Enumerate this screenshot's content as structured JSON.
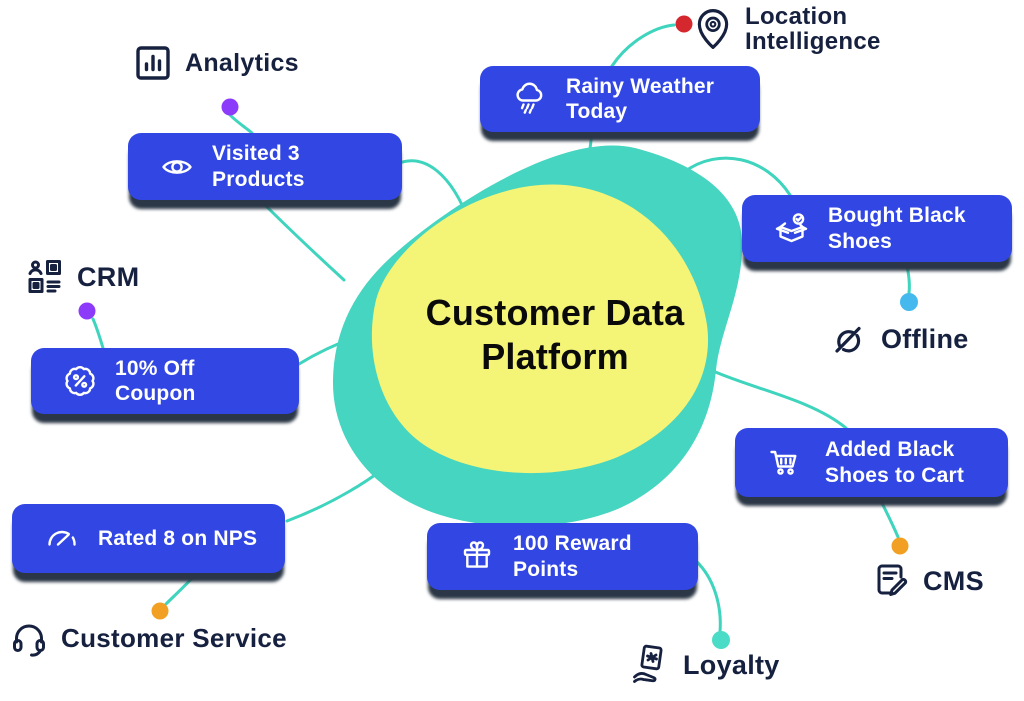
{
  "center": {
    "line1": "Customer Data",
    "line2": "Platform"
  },
  "cards": {
    "visited": {
      "label": "Visited 3 Products",
      "icon": "eye-icon"
    },
    "rainy": {
      "label": "Rainy Weather Today",
      "icon": "rain-cloud-icon"
    },
    "bought": {
      "label": "Bought Black Shoes",
      "icon": "box-check-icon"
    },
    "coupon": {
      "label": "10% Off Coupon",
      "icon": "discount-badge-icon"
    },
    "cart": {
      "label": "Added Black Shoes to Cart",
      "icon": "cart-icon"
    },
    "nps": {
      "label": "Rated 8 on NPS",
      "icon": "gauge-icon"
    },
    "reward": {
      "label": "100 Reward Points",
      "icon": "gift-icon"
    }
  },
  "sources": {
    "analytics": {
      "label": "Analytics",
      "icon": "bar-chart-icon",
      "dot_color": "#8d3bfb"
    },
    "location": {
      "line1": "Location",
      "line2": "Intelligence",
      "icon": "map-pin-icon",
      "dot_color": "#d5282e"
    },
    "crm": {
      "label": "CRM",
      "icon": "user-data-grid-icon",
      "dot_color": "#8d3bfb"
    },
    "offline": {
      "label": "Offline",
      "icon": "connection-off-icon",
      "dot_color": "#45b9ee"
    },
    "cms": {
      "label": "CMS",
      "icon": "doc-edit-icon",
      "dot_color": "#f2a024"
    },
    "customer_service": {
      "label": "Customer Service",
      "icon": "headset-icon",
      "dot_color": "#f2a024"
    },
    "loyalty": {
      "label": "Loyalty",
      "icon": "hand-gift-icon",
      "dot_color": "#4adcc6"
    }
  },
  "colors": {
    "card_blue": "#3146e3",
    "card_shadow": "#2b3746",
    "navy_text": "#16203f",
    "teal_blob": "#45d5c0",
    "yellow_blob": "#f4f477",
    "connector": "#3ed4bd",
    "center_text": "#0a0a0a"
  }
}
